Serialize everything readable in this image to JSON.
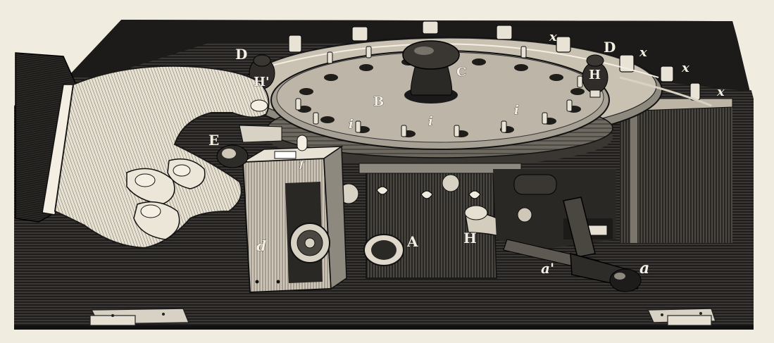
{
  "labels": {
    "D_left": "D",
    "H_prime": "H'",
    "C": "C",
    "B": "B",
    "i_1": "i",
    "i_2": "i",
    "i_3": "i",
    "E": "E",
    "f": "f",
    "d": "d",
    "A": "A",
    "H_lower": "H",
    "D_right": "D",
    "H_right": "H",
    "x_1": "x",
    "x_2": "x",
    "x_3": "x",
    "x_4": "x",
    "a_prime": "a'",
    "a": "a"
  },
  "colors": {
    "paper": "#f1ece0",
    "ink": "#1a1a1a",
    "dark": "#2b2b2b",
    "mid": "#5a5650",
    "light": "#b8b2a4"
  }
}
